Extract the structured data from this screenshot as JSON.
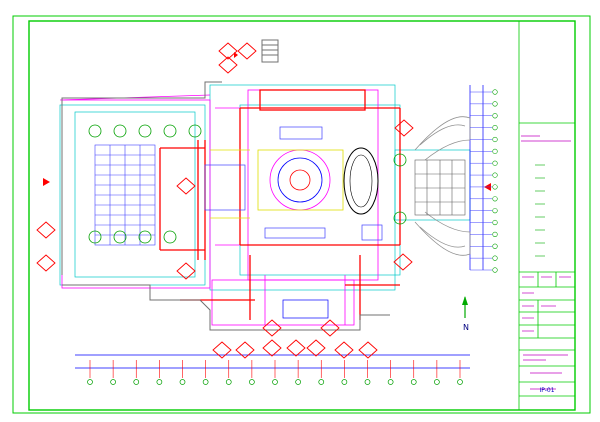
{
  "drawing": {
    "north_label": "N",
    "title_block": {
      "project_label": "项目名称",
      "project_name": "",
      "sheet_no": "IP-01"
    }
  },
  "colors": {
    "frame": "#00cc00",
    "wall": "#ff0000",
    "line_magenta": "#ff00ff",
    "line_cyan": "#00c8c8",
    "line_blue": "#0000ff",
    "line_yellow": "#e0e000",
    "furniture_blue": "#4040ff",
    "plant_green": "#00a000"
  },
  "grid": {
    "bottom_axis_count": 17,
    "right_axis_count": 16
  }
}
